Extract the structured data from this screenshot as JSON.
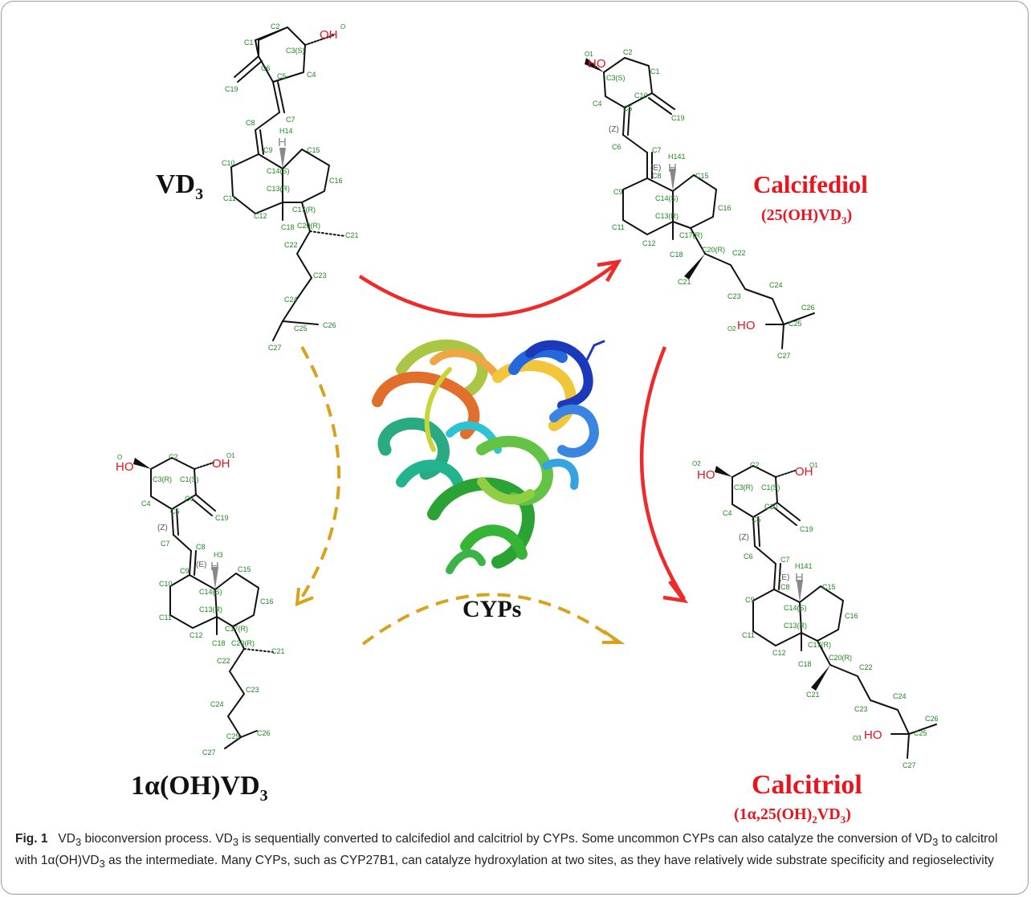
{
  "labels": {
    "vd3": {
      "main": "VD",
      "sub": "3"
    },
    "calcifediol": {
      "main": "Calcifediol",
      "sub_pre": "(25(OH)VD",
      "sub_sub": "3",
      "sub_post": ")"
    },
    "alpha": {
      "main": "1α(OH)VD",
      "sub": "3"
    },
    "calcitriol": {
      "main": "Calcitriol",
      "sub_pre": "(1α,25(OH)",
      "sub_sub1": "2",
      "sub_mid": "VD",
      "sub_sub2": "3",
      "sub_post": ")"
    },
    "enzyme": "CYPs"
  },
  "caption": {
    "fig_label": "Fig. 1",
    "t1": "VD",
    "s1": "3",
    "t2": " bioconversion process. VD",
    "s2": "3",
    "t3": " is sequentially converted to calcifediol and calcitriol by CYPs. Some uncommon CYPs can also catalyze the conversion of VD",
    "s3": "3",
    "t4": " to calcitrol with 1α(OH)VD",
    "s4": "3",
    "t5": " as the intermediate. Many CYPs, such as CYP27B1, can catalyze hydroxylation at two sites, as they have relatively wide substrate specificity and regioselectivity"
  },
  "atoms": {
    "oh": "OH",
    "ho": "HO",
    "h": "H",
    "o": "O",
    "o1": "O1",
    "o2": "O2",
    "o3": "O3",
    "z": "(Z)",
    "e": "(E)",
    "c1": "C1",
    "c2": "C2",
    "c3s": "C3(S)",
    "c3r": "C3(R)",
    "c1s": "C1(S)",
    "c4": "C4",
    "c5": "C5",
    "c6": "C6",
    "c7": "C7",
    "c8": "C8",
    "c9": "C9",
    "c10": "C10",
    "c11": "C11",
    "c12": "C12",
    "c13r": "C13(R)",
    "c14s": "C14(S)",
    "c15": "C15",
    "c16": "C16",
    "c17r": "C17(R)",
    "c18": "C18",
    "c19": "C19",
    "c20r": "C20(R)",
    "c21": "C21",
    "c22": "C22",
    "c23": "C23",
    "c24": "C24",
    "c25": "C25",
    "c26": "C26",
    "c27": "C27",
    "h14": "H14",
    "h141": "H141",
    "h3": "H3"
  },
  "colors": {
    "main_arrow": "#ee2a2a",
    "dashed_arrow": "#d9a21a",
    "label_red": "#e8141e",
    "atom_green": "#1c8a1c",
    "hydroxyl_red": "#e0141e"
  }
}
